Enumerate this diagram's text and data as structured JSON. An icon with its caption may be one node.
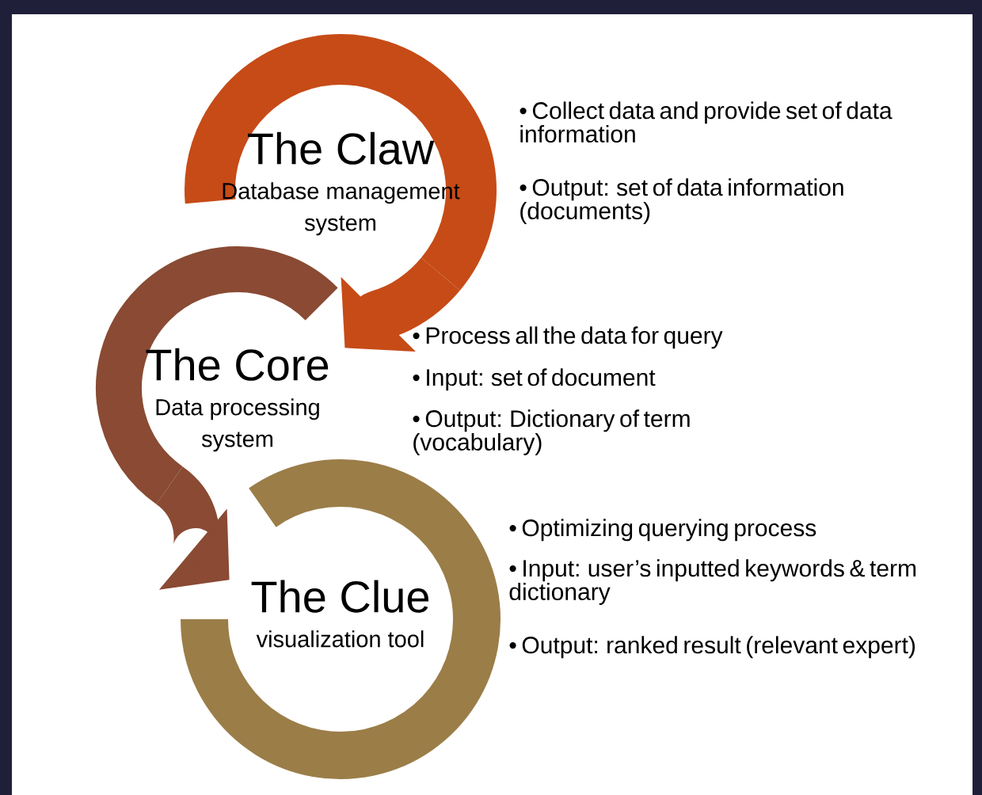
{
  "diagram": {
    "nodes": [
      {
        "text": [
          "The Claw",
          "Database management system"
        ],
        "beside": [
          "• Collect data and provide set of data information",
          "• Output: set of data information (documents)"
        ]
      },
      {
        "text": [
          "The Core",
          "Data processing system"
        ],
        "beside": [
          "• Process all the data for query",
          "• Input: set of document",
          "• Output: Dictionary of term (vocabulary)"
        ]
      },
      {
        "text": [
          "The Clue",
          "visualization tool"
        ],
        "beside": [
          "• Optimizing querying process",
          "• Input: user’s inputted keywords & term dictionary",
          "• Output: ranked result (relevant expert)"
        ]
      }
    ],
    "edges": [
      {
        "from": 0,
        "to": 1,
        "arrow": "to"
      },
      {
        "from": 1,
        "to": 2,
        "arrow": "to"
      }
    ]
  }
}
